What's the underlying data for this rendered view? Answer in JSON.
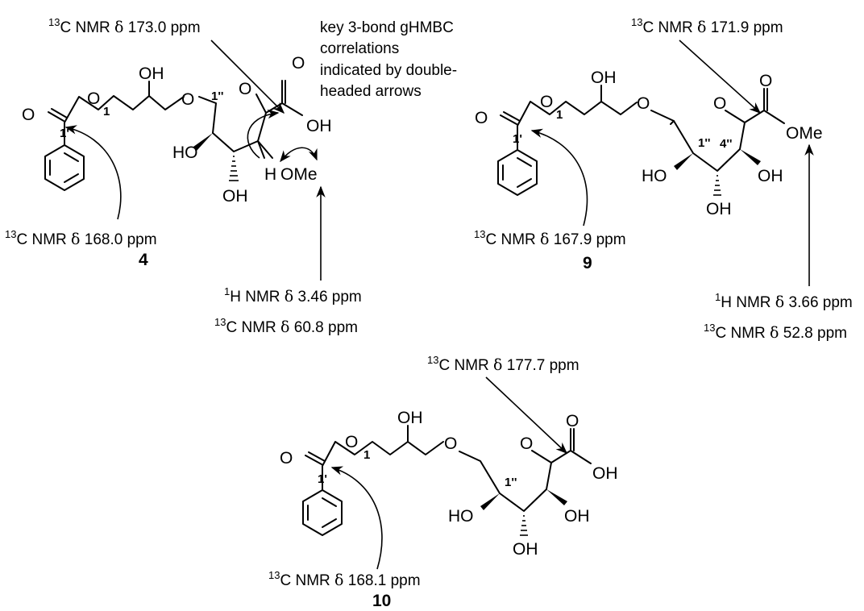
{
  "note": {
    "line1": "key 3-bond gHMBC",
    "line2": "correlations",
    "line3": "indicated by double-",
    "line4": "headed arrows"
  },
  "nmr": {
    "c": "C NMR",
    "h": "H NMR",
    "iso13": "13",
    "iso1": "1",
    "delta": "δ",
    "a4_acid": "173.0 ppm",
    "a4_benz": "168.0 ppm",
    "a4_h": "3.46 ppm",
    "a4_c": "60.8 ppm",
    "a9_ester": "171.9 ppm",
    "a9_benz": "167.9 ppm",
    "a9_h": "3.66 ppm",
    "a9_c": "52.8 ppm",
    "a10_acid": "177.7 ppm",
    "a10_benz": "168.1 ppm"
  },
  "atoms": {
    "O": "O",
    "OH": "OH",
    "HO": "HO",
    "OMe": "OMe",
    "H": "H"
  },
  "numbering": {
    "c1": "1",
    "c1p": "1'",
    "c1pp": "1''",
    "c4pp": "4''"
  },
  "compounds": {
    "c4": "4",
    "c9": "9",
    "c10": "10"
  }
}
